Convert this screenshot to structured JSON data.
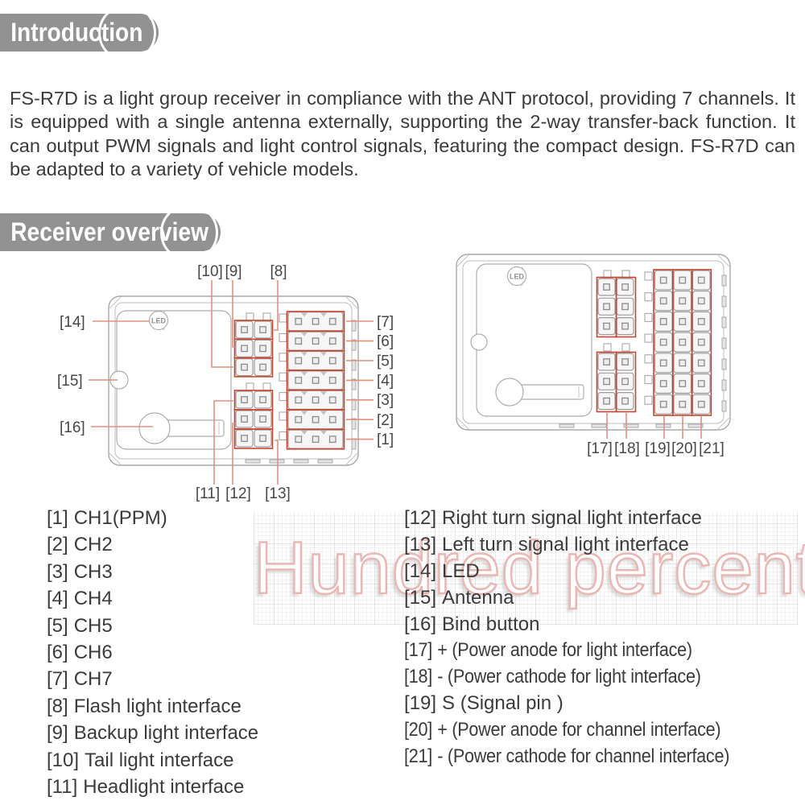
{
  "colors": {
    "badge_gray": "#929292",
    "body_text": "#3a3a3a",
    "diagram_outline": "#a8a8a8",
    "connector_highlight_red": "#c7452e",
    "leader_line_salmon": "#e2907f",
    "watermark_pink": "#e9b8b4"
  },
  "sections": {
    "introduction": {
      "title": "Introduction",
      "body": "FS-R7D is a light group receiver in compliance with the ANT protocol, providing 7 channels. It is equipped with a single antenna externally, supporting the 2-way transfer-back function. It can output PWM signals and light control signals, featuring the compact design. FS-R7D can be adapted to a variety of vehicle models."
    },
    "receiver_overview": {
      "title": "Receiver overview"
    }
  },
  "left_diagram": {
    "led": "LED",
    "top": [
      "[10]",
      "[9]",
      "[8]"
    ],
    "left": [
      "[14]",
      "[15]",
      "[16]"
    ],
    "right": [
      "[7]",
      "[6]",
      "[5]",
      "[4]",
      "[3]",
      "[2]",
      "[1]"
    ],
    "bottom": [
      "[11]",
      "[12]",
      "[13]"
    ]
  },
  "right_diagram": {
    "led": "LED",
    "bottom": [
      "[17]",
      "[18]",
      "[19]",
      "[20]",
      "[21]"
    ]
  },
  "legend": {
    "left": [
      {
        "num": "[1]",
        "text": "CH1(PPM)"
      },
      {
        "num": "[2]",
        "text": "CH2"
      },
      {
        "num": "[3]",
        "text": "CH3"
      },
      {
        "num": "[4]",
        "text": "CH4"
      },
      {
        "num": "[5]",
        "text": "CH5"
      },
      {
        "num": "[6]",
        "text": "CH6"
      },
      {
        "num": "[7]",
        "text": "CH7"
      },
      {
        "num": "[8]",
        "text": "Flash light interface"
      },
      {
        "num": "[9]",
        "text": "Backup light interface"
      },
      {
        "num": "[10]",
        "text": "Tail light interface"
      },
      {
        "num": "[11]",
        "text": "Headlight interface"
      }
    ],
    "right": [
      {
        "num": "[12]",
        "text": "Right turn signal light interface"
      },
      {
        "num": "[13]",
        "text": "Left turn signal light interface"
      },
      {
        "num": "[14]",
        "text": "LED"
      },
      {
        "num": "[15]",
        "text": "Antenna"
      },
      {
        "num": "[16]",
        "text": "Bind button"
      },
      {
        "num": "[17]",
        "text": "+ (Power anode for light interface)"
      },
      {
        "num": "[18]",
        "text": "- (Power cathode for light interface)"
      },
      {
        "num": "[19]",
        "text": "S (Signal pin )"
      },
      {
        "num": "[20]",
        "text": "+ (Power anode for channel interface)"
      },
      {
        "num": "[21]",
        "text": "- (Power cathode for channel interface)"
      }
    ]
  },
  "watermark": {
    "text": "Hundred percent"
  }
}
